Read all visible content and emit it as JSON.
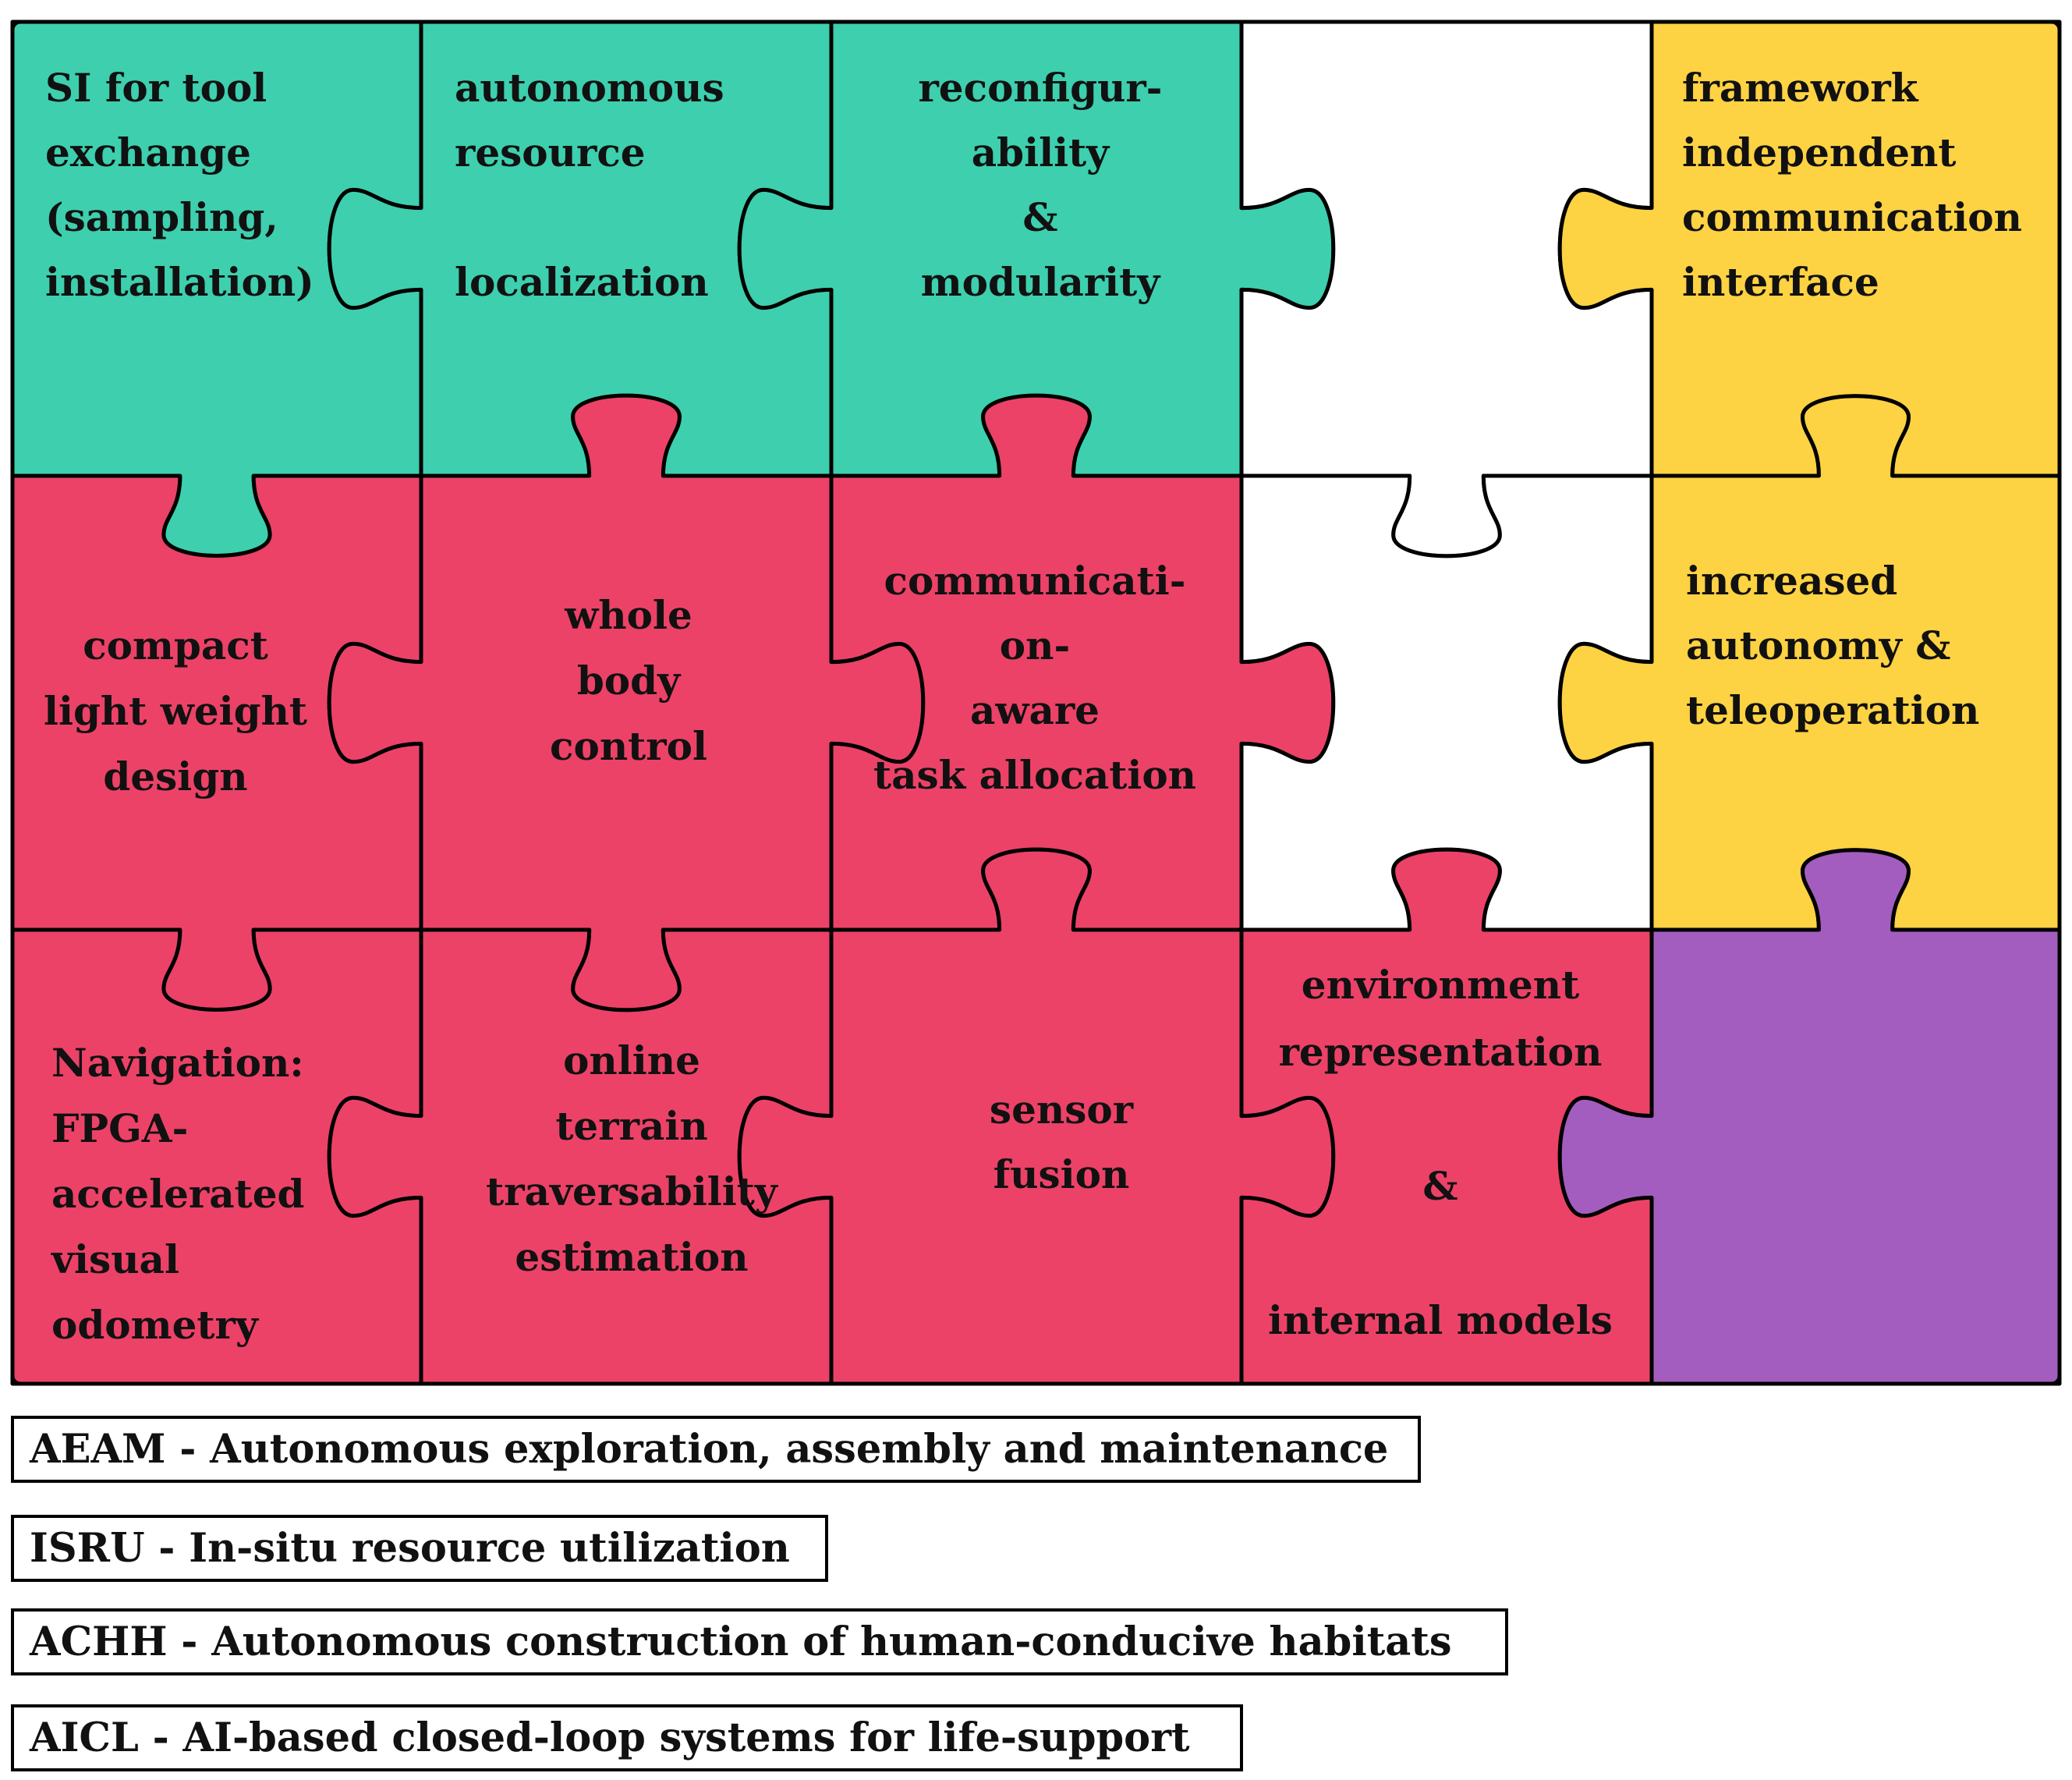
{
  "colors": {
    "aeam": "#ec4268",
    "isru": "#3dcfae",
    "achh": "#fdd243",
    "aicl": "#a35dbf",
    "empty": "#ffffff",
    "outline": "#000000"
  },
  "pieces": [
    {
      "id": "p-0-0",
      "category": "isru",
      "lines": [
        "SI for tool",
        "exchange",
        "(sampling,",
        "installation)"
      ]
    },
    {
      "id": "p-0-1",
      "category": "isru",
      "lines": [
        "autonomous",
        "resource",
        "",
        "localization"
      ]
    },
    {
      "id": "p-0-2",
      "category": "isru",
      "lines": [
        "reconfigur-",
        "ability",
        "&",
        "modularity"
      ]
    },
    {
      "id": "p-0-3",
      "category": "empty",
      "lines": []
    },
    {
      "id": "p-0-4",
      "category": "achh",
      "lines": [
        "framework",
        "independent",
        "communication",
        "interface"
      ]
    },
    {
      "id": "p-1-0",
      "category": "aeam",
      "lines": [
        "compact",
        "light weight",
        "design"
      ]
    },
    {
      "id": "p-1-1",
      "category": "aeam",
      "lines": [
        "whole",
        "body",
        "control"
      ]
    },
    {
      "id": "p-1-2",
      "category": "aeam",
      "lines": [
        "communicati-",
        "on-",
        "aware",
        "task allocation"
      ]
    },
    {
      "id": "p-1-3",
      "category": "empty",
      "lines": []
    },
    {
      "id": "p-1-4",
      "category": "achh",
      "lines": [
        "increased",
        "autonomy &",
        "teleoperation"
      ]
    },
    {
      "id": "p-2-0",
      "category": "aeam",
      "lines": [
        "Navigation:",
        "FPGA-",
        "accelerated",
        "visual",
        "odometry"
      ]
    },
    {
      "id": "p-2-1",
      "category": "aeam",
      "lines": [
        "online",
        "terrain",
        "traversability",
        "estimation"
      ]
    },
    {
      "id": "p-2-2",
      "category": "aeam",
      "lines": [
        "sensor",
        "fusion"
      ]
    },
    {
      "id": "p-2-3",
      "category": "aeam",
      "lines": [
        "environment",
        "representation",
        "",
        "&",
        "",
        "internal models"
      ]
    },
    {
      "id": "p-2-4",
      "category": "aicl",
      "lines": []
    }
  ],
  "legend": {
    "aeam": "AEAM - Autonomous exploration, assembly and maintenance",
    "isru": "ISRU - In-situ resource utilization",
    "achh": "ACHH - Autonomous construction of human-conducive habitats",
    "aicl": "AICL - AI-based closed-loop systems for life-support"
  }
}
